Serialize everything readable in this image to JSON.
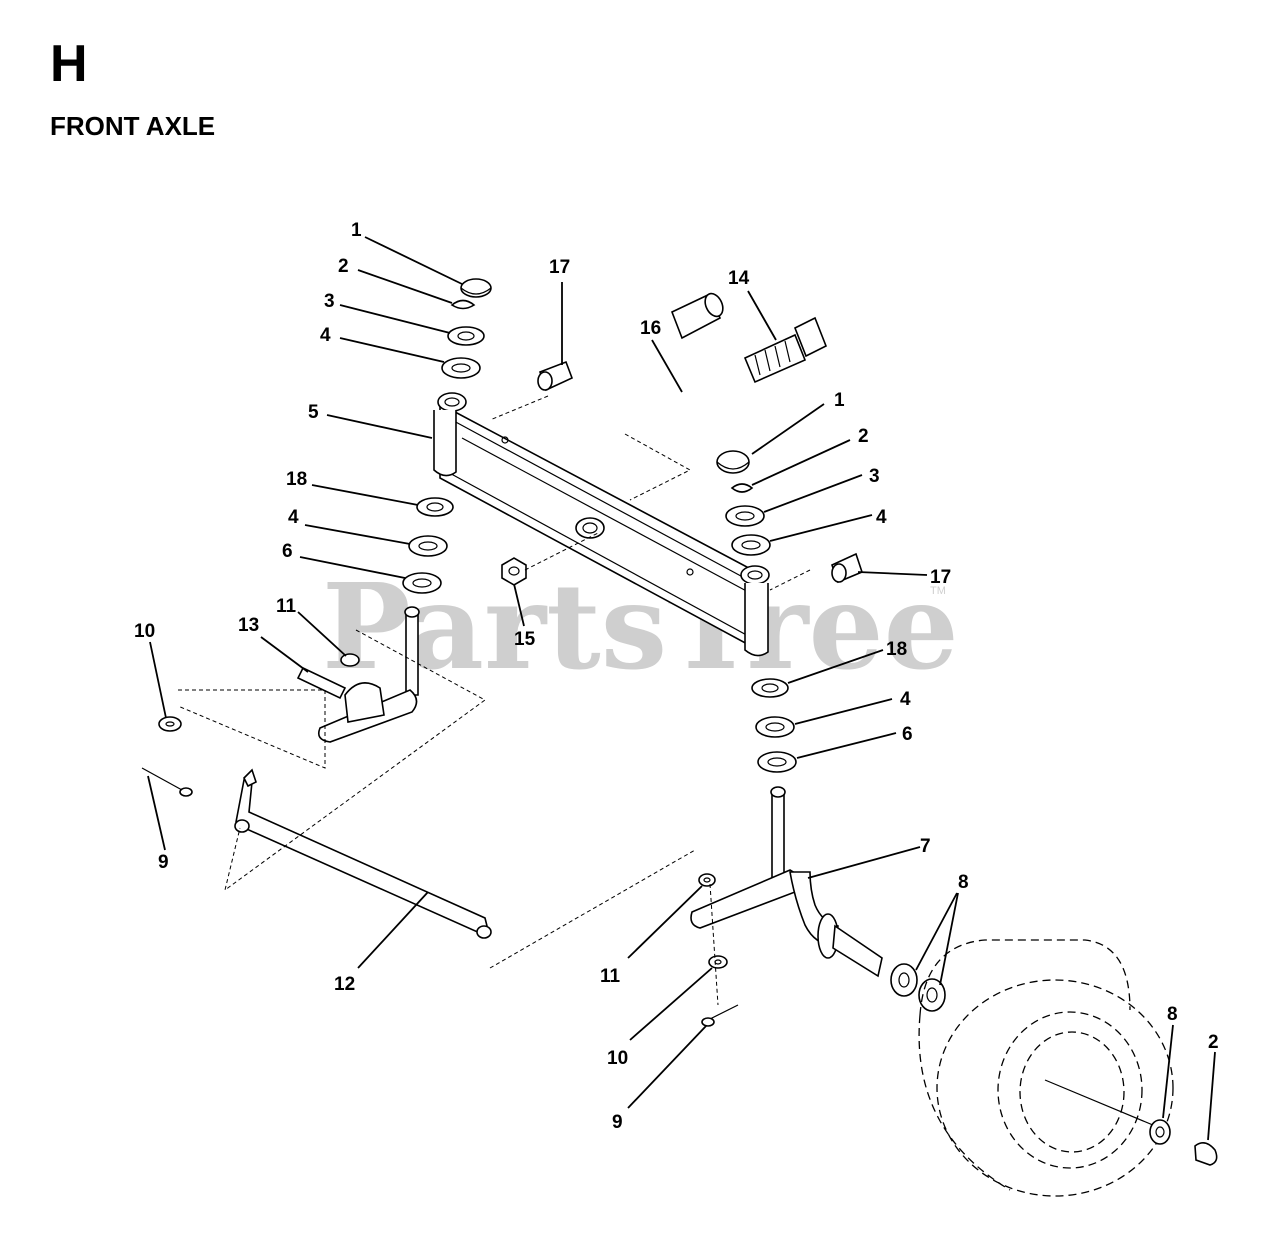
{
  "section": {
    "letter": "H",
    "title": "FRONT AXLE"
  },
  "watermark": {
    "text": "PartsTree",
    "mark": "TM"
  },
  "callouts": {
    "c1a": "1",
    "c2a": "2",
    "c3a": "3",
    "c4a": "4",
    "c5": "5",
    "c18a": "18",
    "c4b": "4",
    "c6a": "6",
    "c17a": "17",
    "c16": "16",
    "c14": "14",
    "c1b": "1",
    "c2b": "2",
    "c3b": "3",
    "c4c": "4",
    "c17b": "17",
    "c15": "15",
    "c18b": "18",
    "c4d": "4",
    "c6b": "6",
    "c7": "7",
    "c8a": "8",
    "c10a": "10",
    "c13": "13",
    "c11a": "11",
    "c9a": "9",
    "c12": "12",
    "c11b": "11",
    "c10b": "10",
    "c9b": "9",
    "c8b": "8",
    "c2c": "2"
  }
}
